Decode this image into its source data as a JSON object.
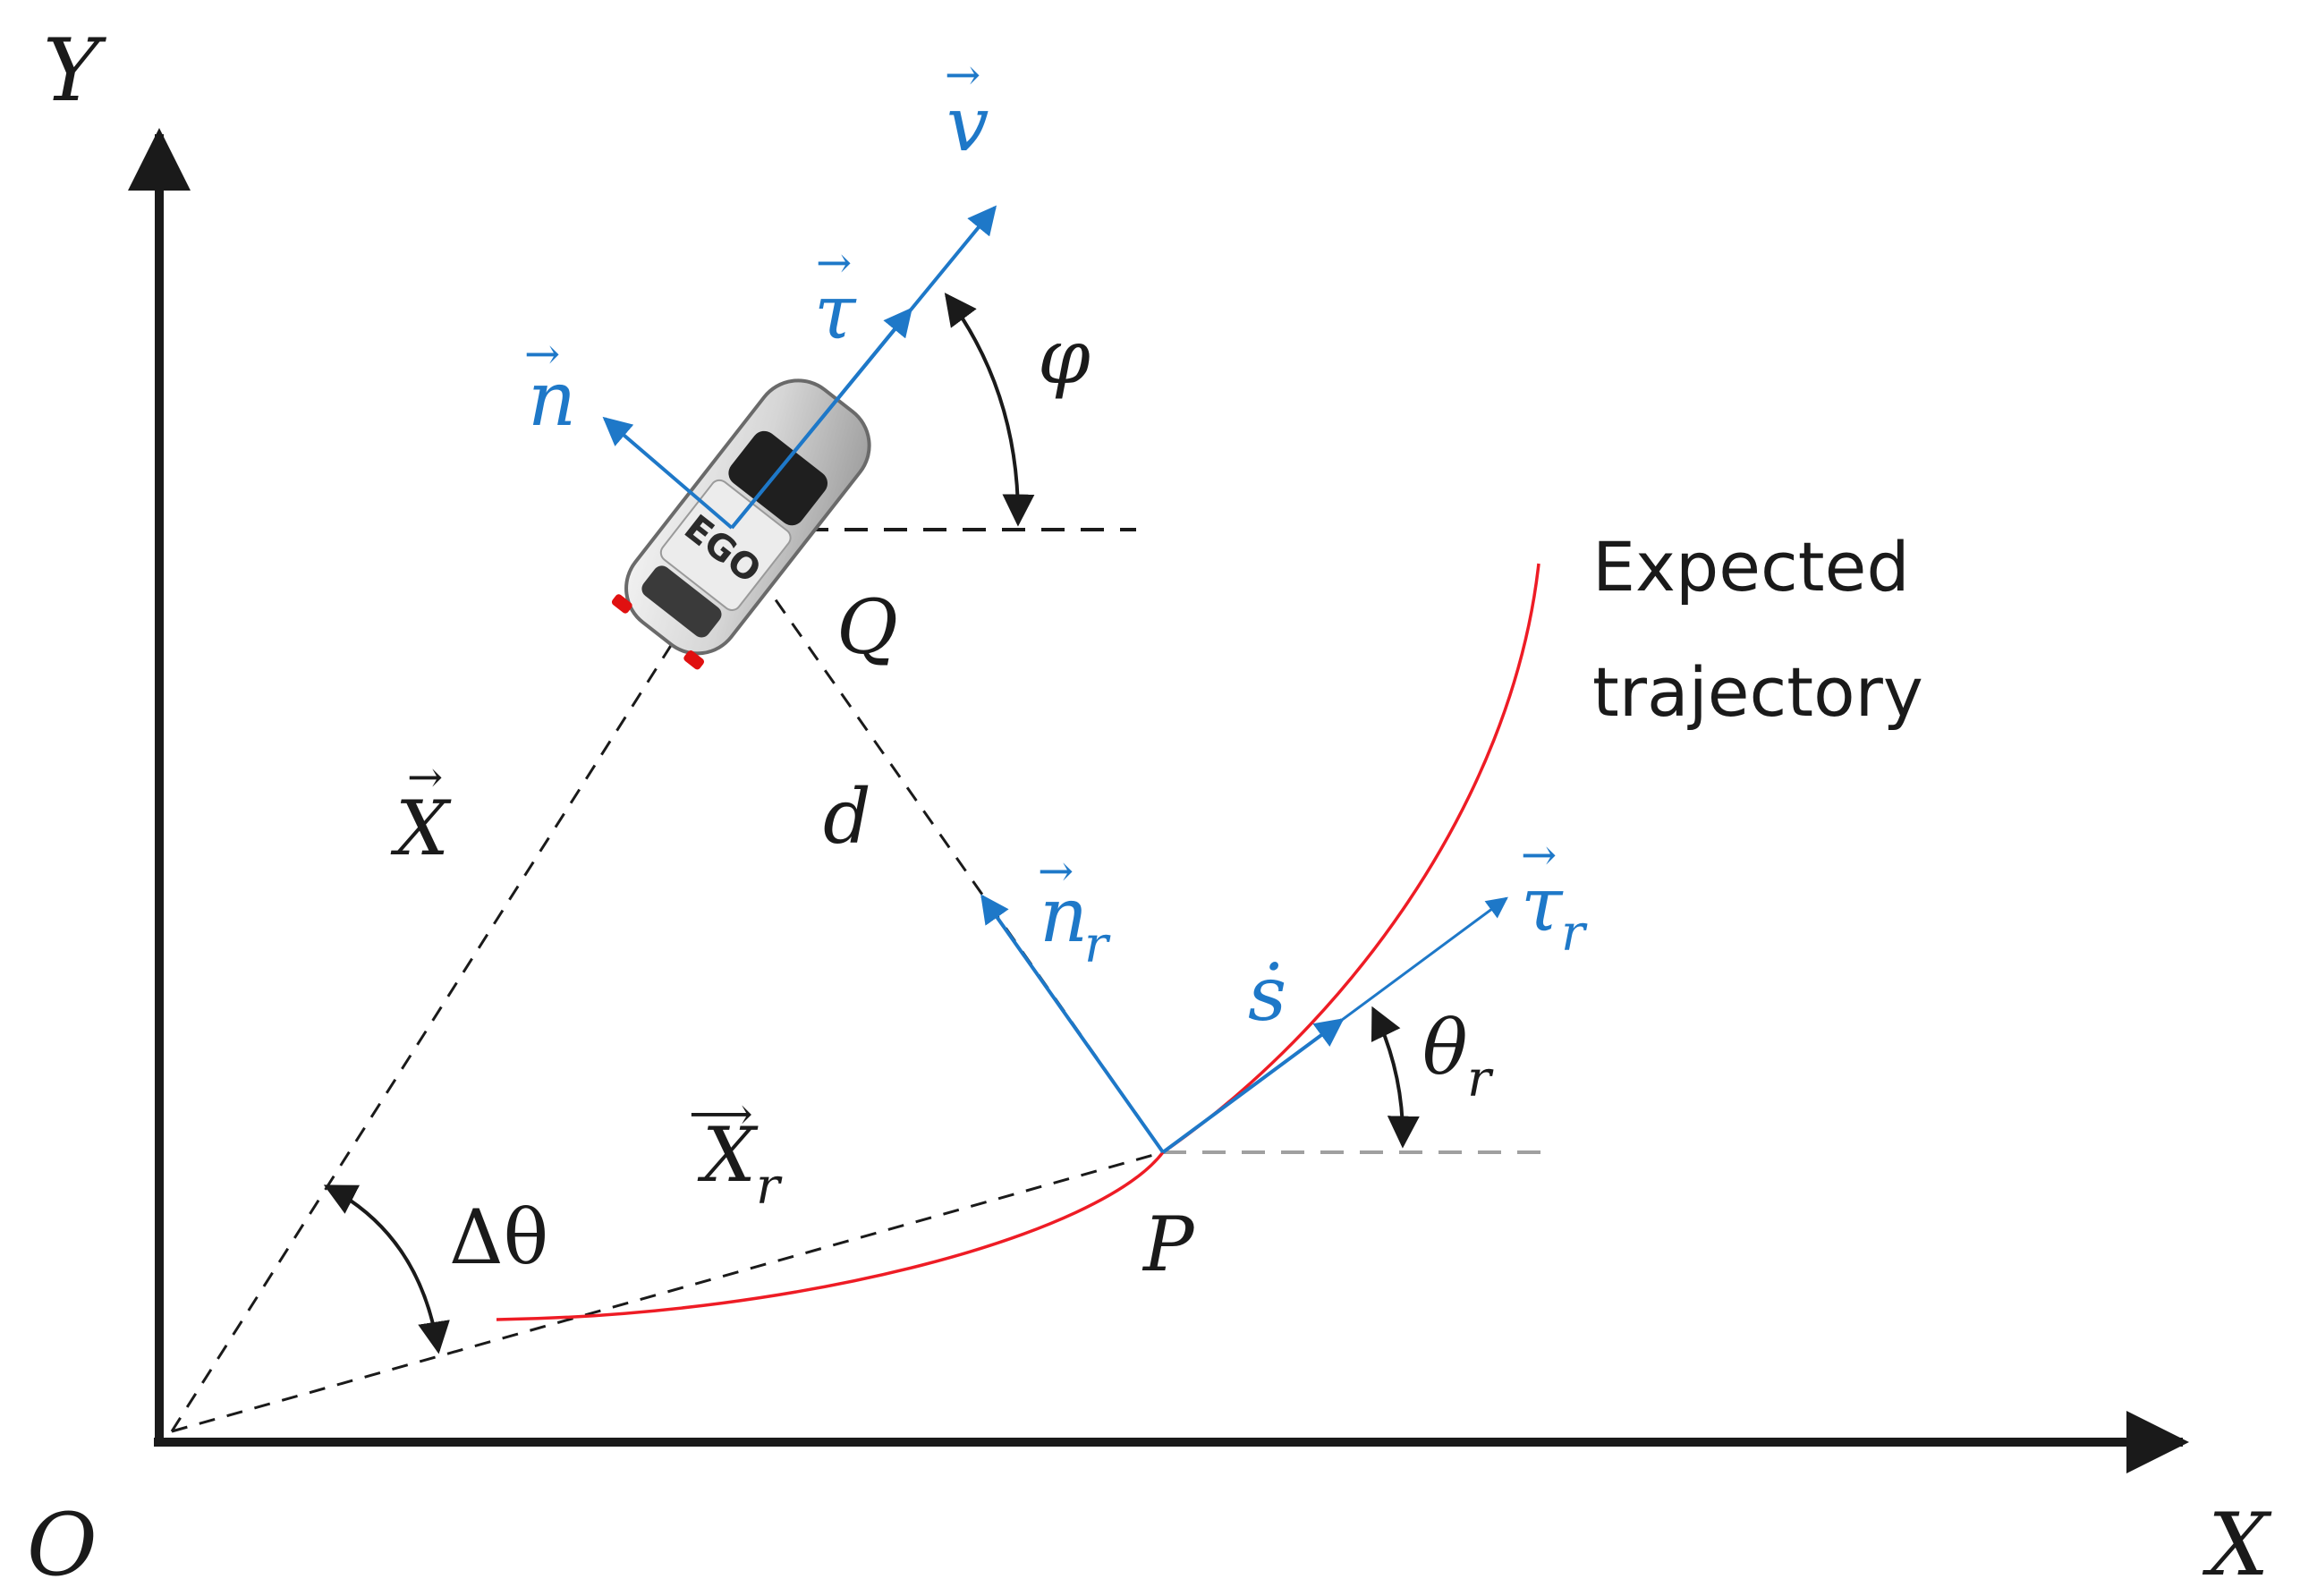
{
  "colors": {
    "axis": "#1a1a1a",
    "vector": "#1e78c8",
    "trajectory": "#ee1c25",
    "dashed": "#1a1a1a",
    "dashed_light": "#a0a0a0"
  },
  "labels": {
    "y_axis": "Y",
    "x_axis": "X",
    "origin": "O",
    "v": "v",
    "tau": "τ",
    "n": "n",
    "phi": "φ",
    "Q": "Q",
    "X_vec": "X",
    "d": "d",
    "n_r": "n",
    "n_r_sub": "r",
    "tau_r": "τ",
    "tau_r_sub": "r",
    "s_dot": "ṡ",
    "theta_r": "θ",
    "theta_r_sub": "r",
    "X_r": "X",
    "X_r_sub": "r",
    "delta_theta": "Δθ",
    "P": "P",
    "car_text": "EGO",
    "expected_line1": "Expected",
    "expected_line2": "trajectory"
  },
  "icons": {
    "car": "car-icon"
  }
}
